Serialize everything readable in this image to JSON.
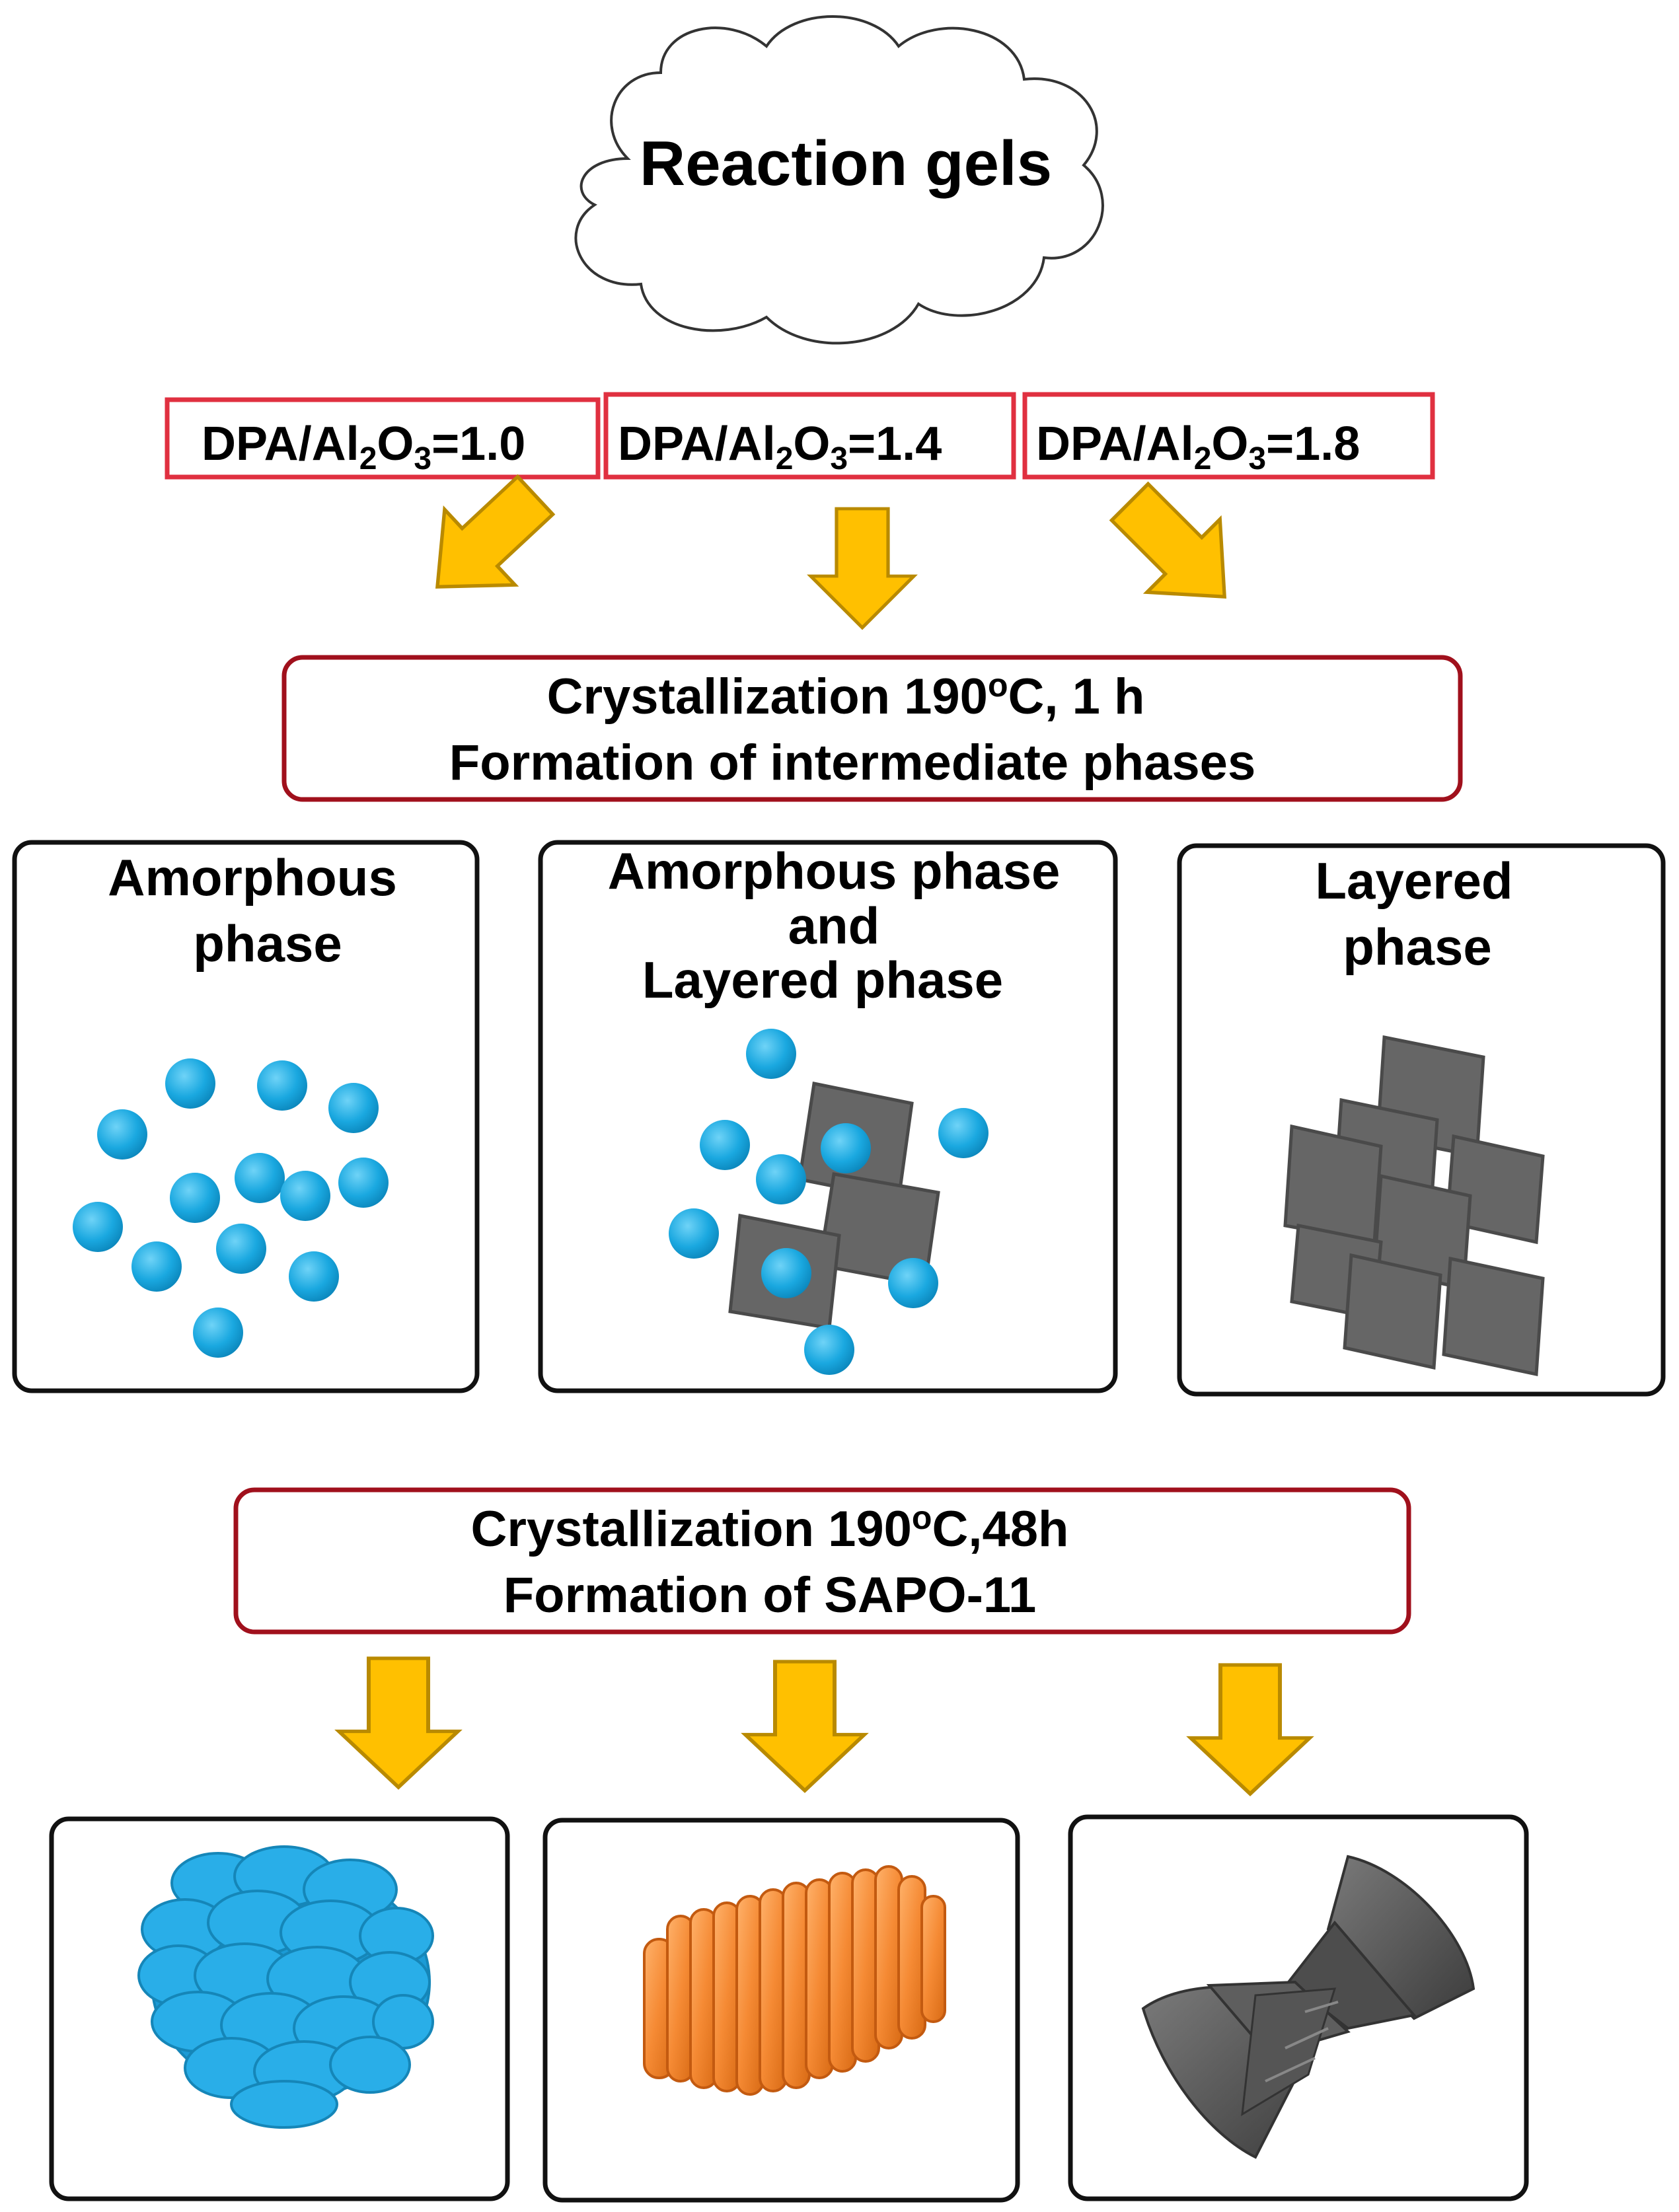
{
  "cloud": {
    "label": "Reaction gels",
    "color": "#3b3bd6"
  },
  "ratios": [
    {
      "prefix": "DPA/Al",
      "sub1": "2",
      "mid": "O",
      "sub2": "3",
      "value": "=1.0"
    },
    {
      "prefix": "DPA/Al",
      "sub1": "2",
      "mid": "O",
      "sub2": "3",
      "value": "=1.4"
    },
    {
      "prefix": "DPA/Al",
      "sub1": "2",
      "mid": "O",
      "sub2": "3",
      "value": "=1.8"
    }
  ],
  "step1": {
    "line1_a": "Crystallization 190",
    "line1_sup": "o",
    "line1_b": "C, 1 h",
    "line2": "Formation of intermediate phases"
  },
  "phases": [
    {
      "lines": [
        "Amorphous",
        "phase"
      ]
    },
    {
      "lines": [
        "Amorphous phase",
        "and",
        "Layered phase"
      ]
    },
    {
      "lines": [
        "Layered",
        "phase"
      ]
    }
  ],
  "step2": {
    "line1_a": "Crystallization 190",
    "line1_sup": "o",
    "line1_b": "C,48h",
    "line2": "Formation of SAPO-11"
  },
  "colors": {
    "ratio_border": "#e03040",
    "step_border": "#a0101c",
    "arrow": "#ffc000",
    "sphere": "#1aa8e0",
    "plate": "#666666",
    "product_blue": "#29aee8",
    "product_orange": "#f58a34",
    "product_gray": "#5a5a5a"
  }
}
